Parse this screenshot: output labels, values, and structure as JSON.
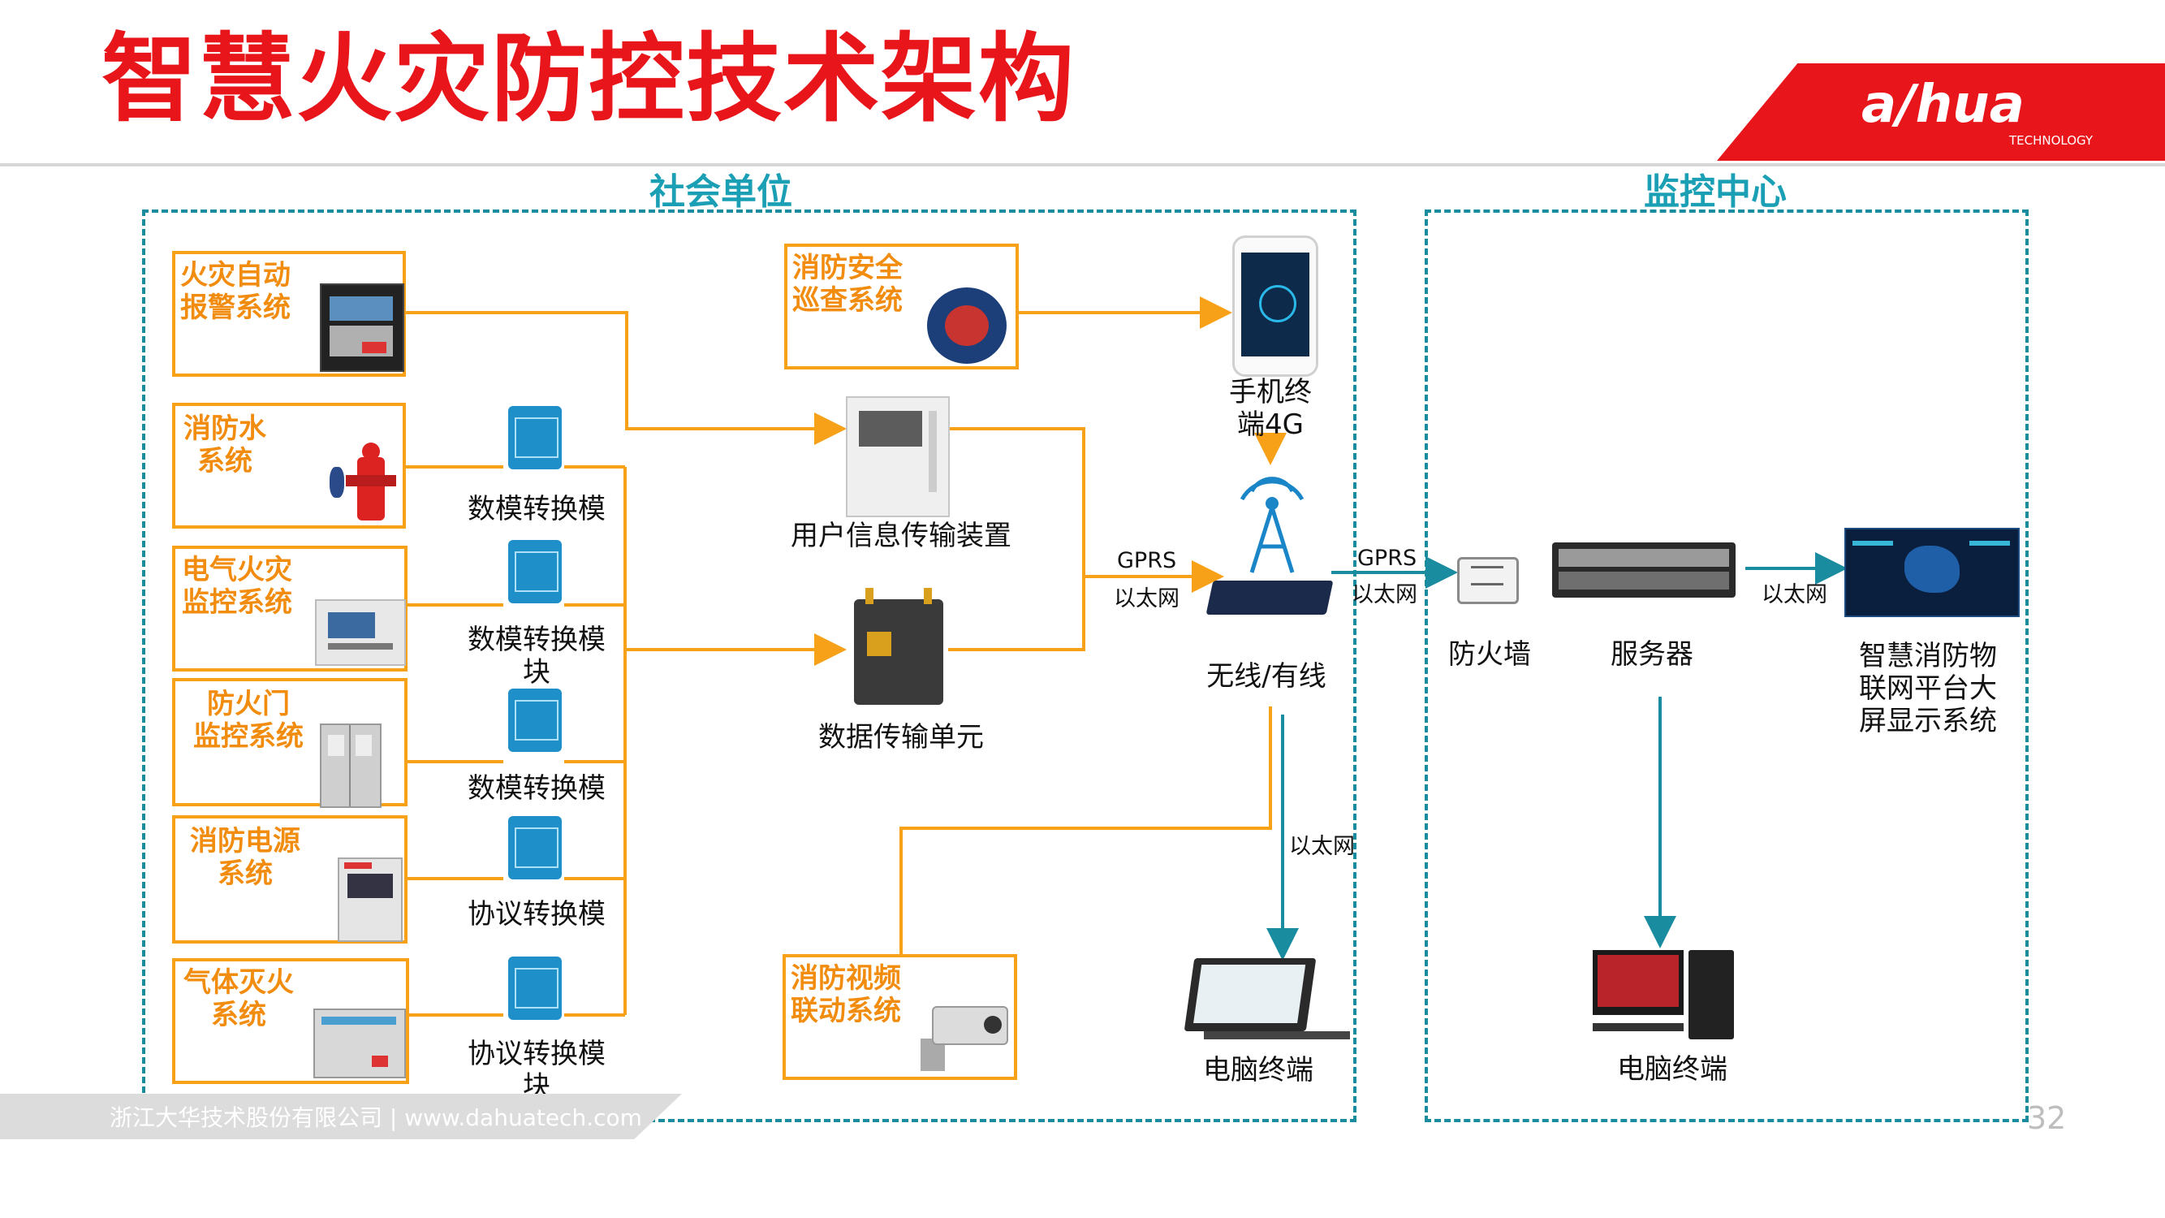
{
  "title": "智慧火灾防控技术架构",
  "logo": {
    "text": "a/hua",
    "sub": "TECHNOLOGY",
    "brand_color": "#e8151b"
  },
  "sections": {
    "social": "社会单位",
    "monitor": "监控中心"
  },
  "systems": {
    "fire_alarm": "火灾自动\n报警系统",
    "fire_water": "消防水\n系统",
    "electrical_fire": "电气火灾\n监控系统",
    "fire_door": "防火门\n监控系统",
    "fire_power": "消防电源\n系统",
    "gas_extinguish": "气体灭火\n系统",
    "patrol": "消防安全\n巡查系统",
    "video": "消防视频\n联动系统"
  },
  "modules": {
    "m1": "数模转换模块",
    "m2": "数模转换模\n块",
    "m3": "数模转换模块",
    "m4": "协议转换模块",
    "m5": "协议转换模\n块"
  },
  "nodes": {
    "user_info": "用户信息传输装置",
    "data_unit": "数据传输单元",
    "phone": "手机终\n端4G",
    "wireless": "无线/有线",
    "pc_left": "电脑终端",
    "firewall": "防火墙",
    "server": "服务器",
    "platform": "智慧消防物\n联网平台大\n屏显示系统",
    "pc_right": "电脑终端"
  },
  "edges": {
    "gprs1": "GPRS",
    "eth1": "以太网",
    "gprs2": "GPRS",
    "eth2": "以太网",
    "eth3": "以太网",
    "eth4": "以太网"
  },
  "footer": "浙江大华技术股份有限公司 | www.dahuatech.com",
  "page_number": "32",
  "colors": {
    "orange": "#f7a118",
    "teal": "#1a8ca0",
    "red": "#e8151b"
  }
}
